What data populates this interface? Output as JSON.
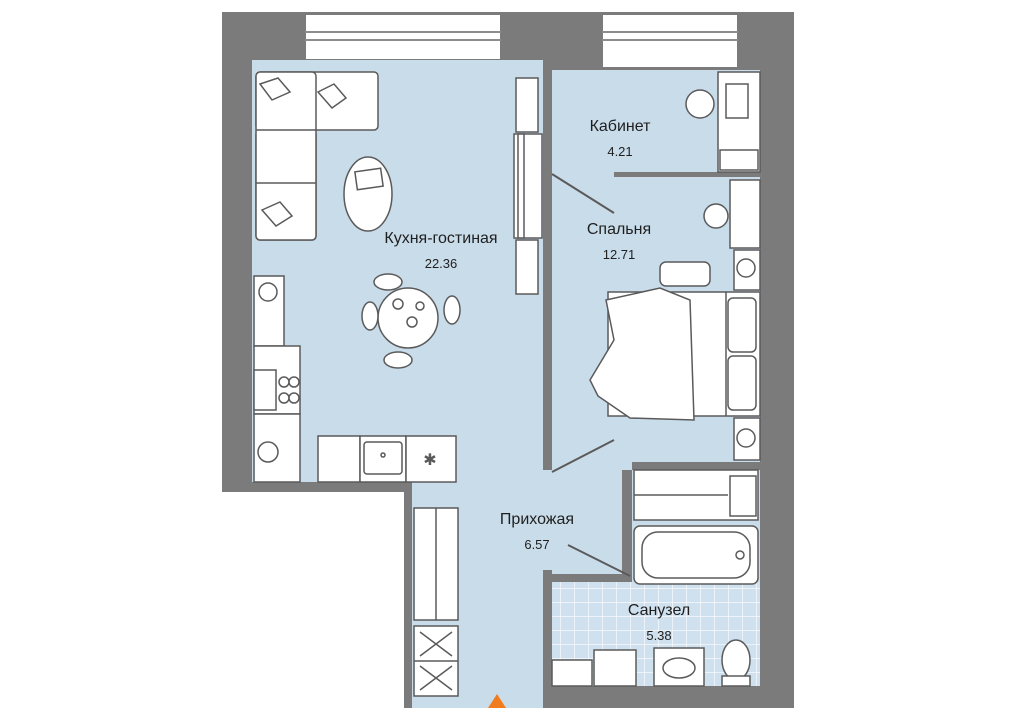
{
  "rooms": {
    "kitchen_living": {
      "name": "Кухня-гостиная",
      "area": "22.36"
    },
    "cabinet": {
      "name": "Кабинет",
      "area": "4.21"
    },
    "bedroom": {
      "name": "Спальня",
      "area": "12.71"
    },
    "hallway": {
      "name": "Прихожая",
      "area": "6.57"
    },
    "bathroom": {
      "name": "Санузел",
      "area": "5.38"
    }
  },
  "colors": {
    "wall": "#7b7b7b",
    "floor": "#c9dcea",
    "tile": "#cfe0ee",
    "furniture": "#ffffff",
    "line": "#5a5a5a",
    "entrance_marker": "#f07c1e"
  }
}
